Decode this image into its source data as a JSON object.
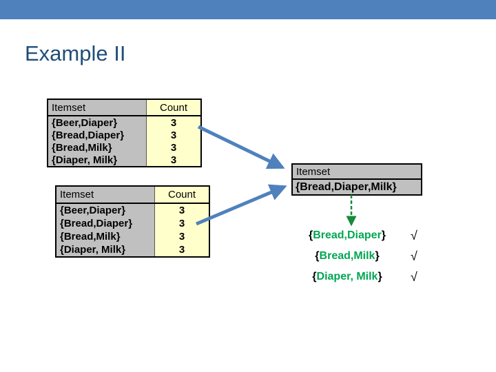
{
  "slide": {
    "title": "Example II"
  },
  "colors": {
    "accent_bar": "#4F81BD",
    "title_text": "#1F4E79",
    "arrow_blue": "#4F81BD",
    "arrow_green": "#188A3C",
    "itemset_green": "#00A651",
    "cell_gray": "#C0C0C0",
    "cell_yellow": "#FFFFCC",
    "border_black": "#000000"
  },
  "table1": {
    "col_headers": [
      "Itemset",
      "Count"
    ],
    "rows": [
      {
        "itemset": "{Beer,Diaper}",
        "count": "3"
      },
      {
        "itemset": "{Bread,Diaper}",
        "count": "3"
      },
      {
        "itemset": "{Bread,Milk}",
        "count": "3"
      },
      {
        "itemset": "{Diaper, Milk}",
        "count": "3"
      }
    ]
  },
  "table2": {
    "col_headers": [
      "Itemset",
      "Count"
    ],
    "rows": [
      {
        "itemset": "{Beer,Diaper}",
        "count": "3"
      },
      {
        "itemset": "{Bread,Diaper}",
        "count": "3"
      },
      {
        "itemset": "{Bread,Milk}",
        "count": "3"
      },
      {
        "itemset": "{Diaper, Milk}",
        "count": "3"
      }
    ]
  },
  "result_table": {
    "col_header": "Itemset",
    "row": "{Bread,Diaper,Milk}"
  },
  "checklist": {
    "items": [
      {
        "open": "{",
        "label": "Bread,Diaper",
        "close": "}",
        "mark": "√"
      },
      {
        "open": "{",
        "label": "Bread,Milk",
        "close": "}",
        "mark": "√"
      },
      {
        "open": "{",
        "label": "Diaper, Milk",
        "close": "}",
        "mark": "√"
      }
    ]
  }
}
